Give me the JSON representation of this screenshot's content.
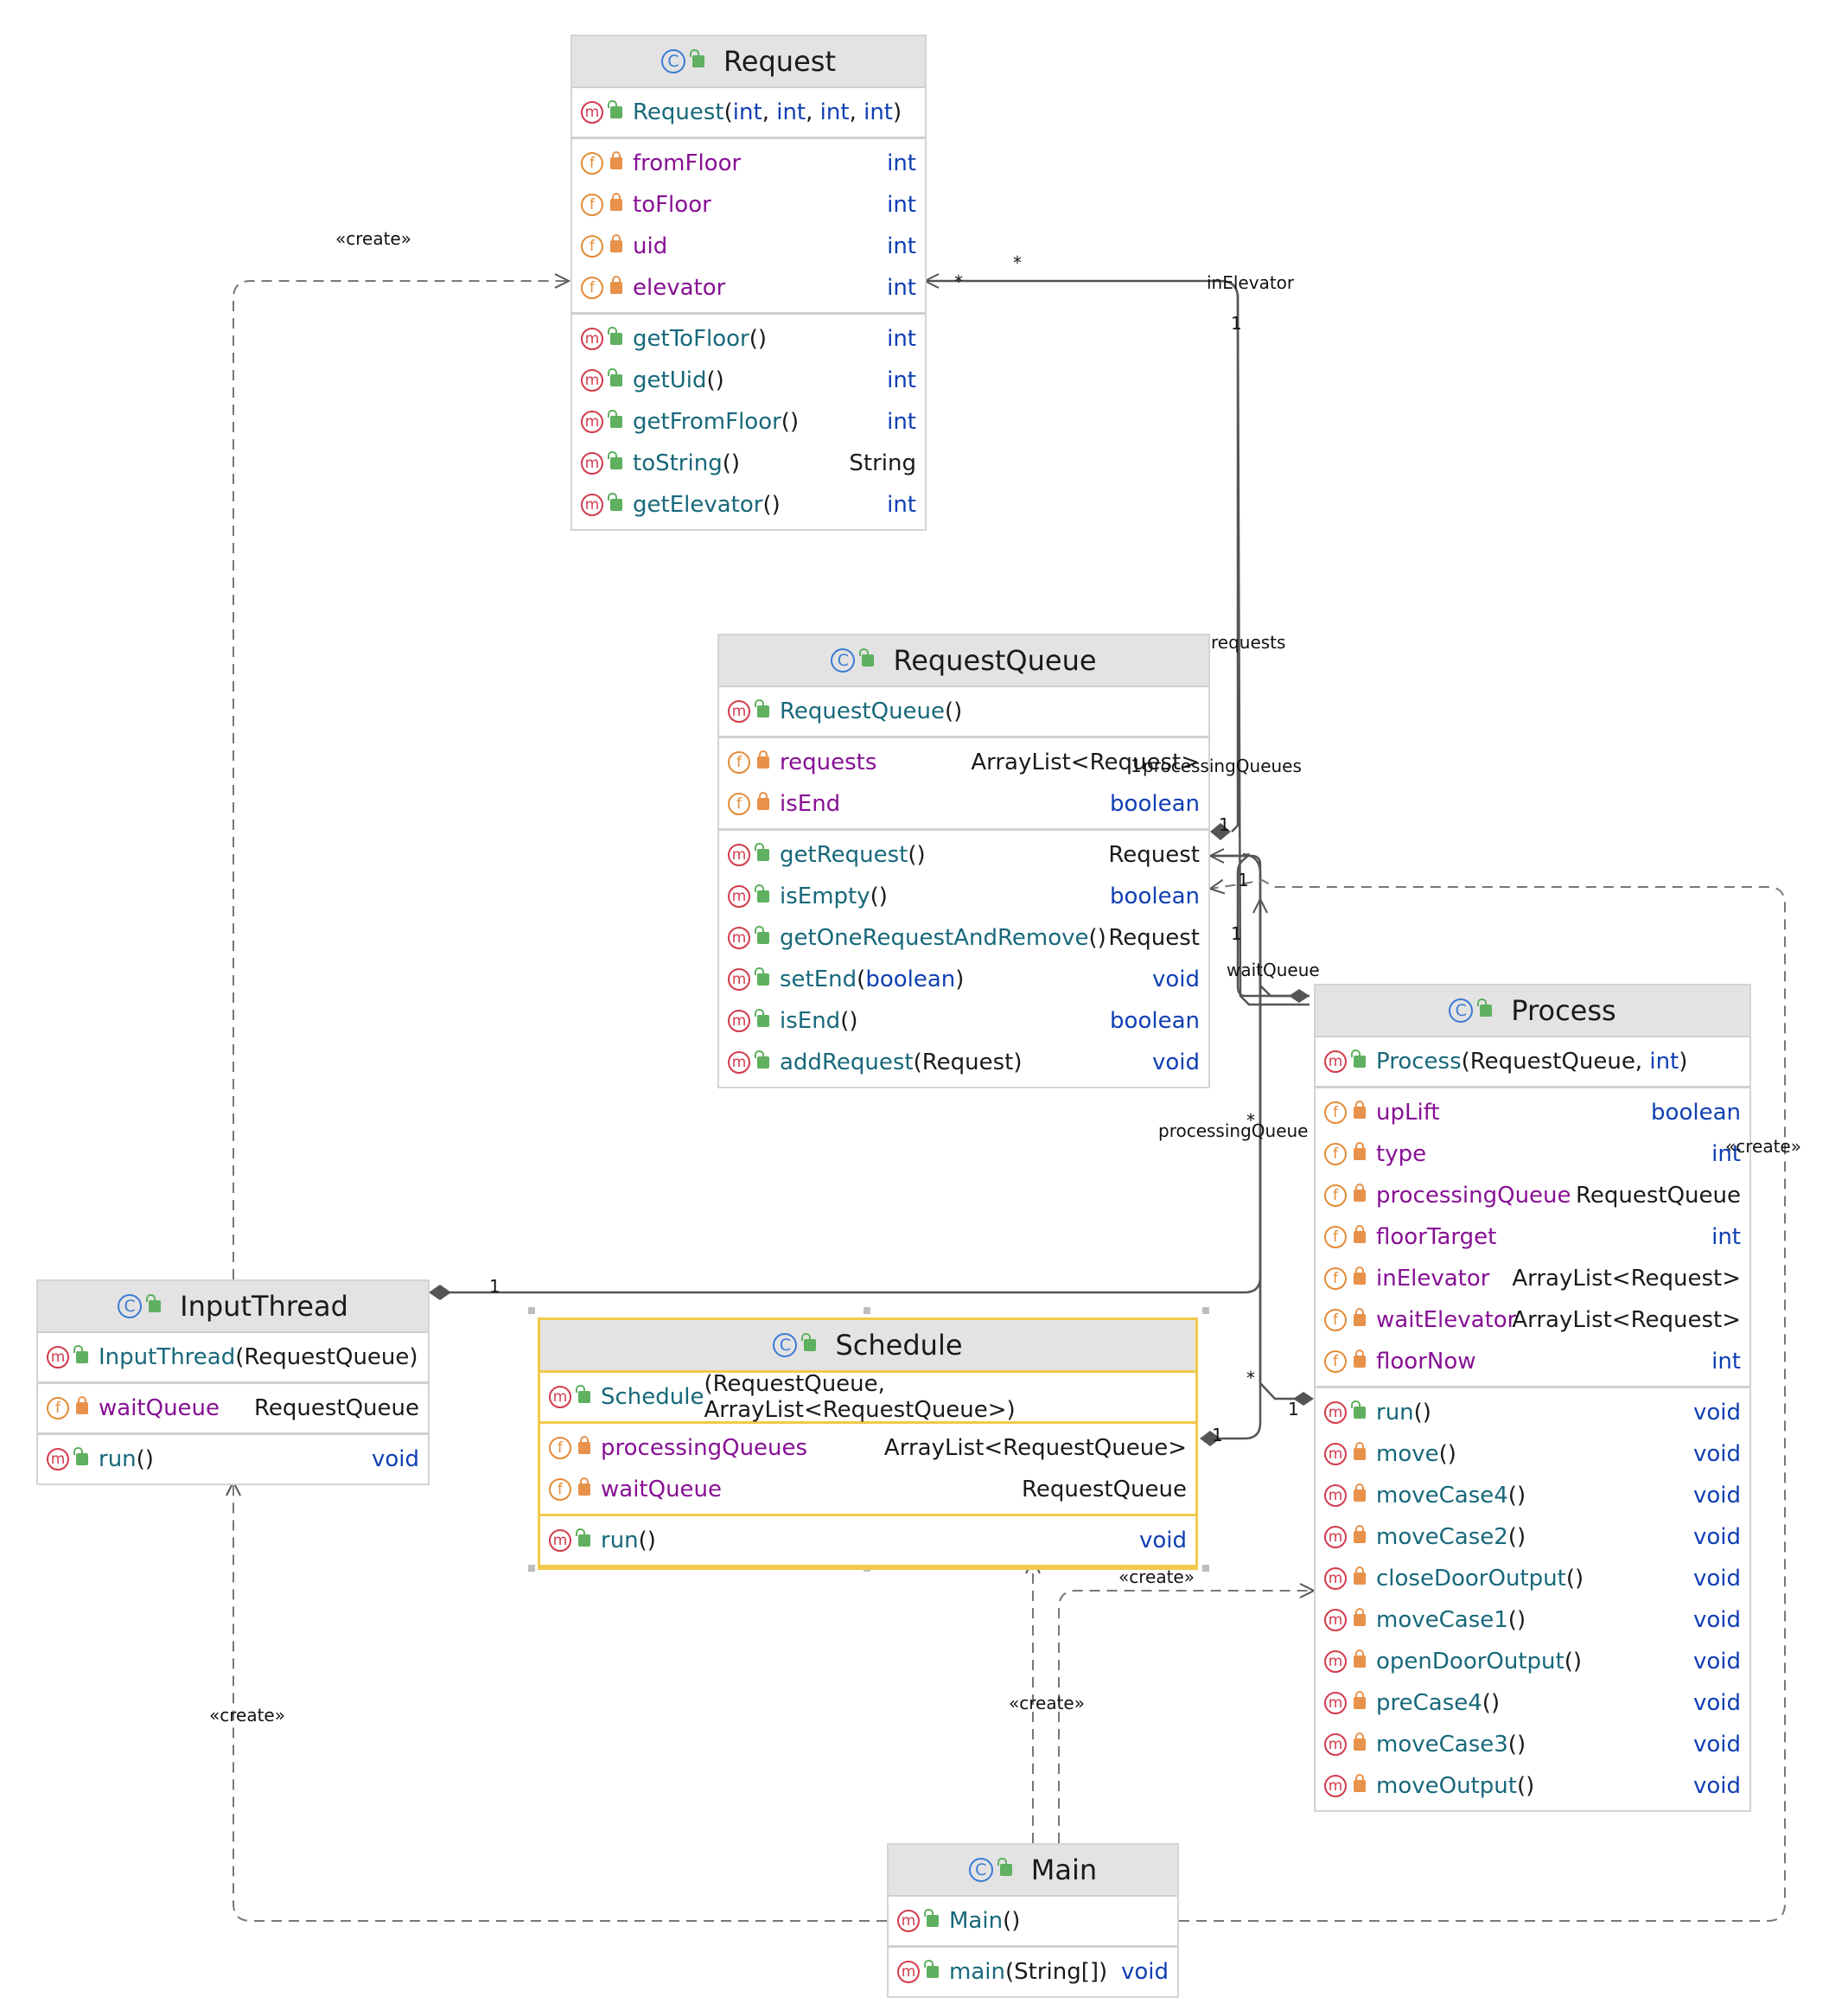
{
  "colors": {
    "header_bg": "#e3e3e3",
    "border": "#d4d4d4",
    "selected_border": "#f2c94c",
    "method_icon": "#d33b4d",
    "field_icon": "#e38c36",
    "class_icon": "#3b7bd4",
    "method_name": "#17687a",
    "field_name": "#871094",
    "keyword": "#0f3fb3",
    "line": "#555555"
  },
  "icons": {
    "class": "C",
    "method": "m",
    "field": "f"
  },
  "request": {
    "title": "Request",
    "ctor_name": "Request",
    "ctor_open": "(",
    "ctor_p1": "int",
    "ctor_p2": "int",
    "ctor_p3": "int",
    "ctor_p4": "int",
    "ctor_close": ")",
    "comma": ",",
    "fields": [
      {
        "name": "fromFloor",
        "type": "int"
      },
      {
        "name": "toFloor",
        "type": "int"
      },
      {
        "name": "uid",
        "type": "int"
      },
      {
        "name": "elevator",
        "type": "int"
      }
    ],
    "methods": [
      {
        "name": "getToFloor",
        "params": "()",
        "type": "int"
      },
      {
        "name": "getUid",
        "params": "()",
        "type": "int"
      },
      {
        "name": "getFromFloor",
        "params": "()",
        "type": "int"
      },
      {
        "name": "toString",
        "params": "()",
        "type": "String"
      },
      {
        "name": "getElevator",
        "params": "()",
        "type": "int"
      }
    ]
  },
  "requestqueue": {
    "title": "RequestQueue",
    "ctor_name": "RequestQueue",
    "ctor_params": "()",
    "fields": [
      {
        "name": "requests",
        "type": "ArrayList<Request>"
      },
      {
        "name": "isEnd",
        "type": "boolean"
      }
    ],
    "methods": [
      {
        "name": "getRequest",
        "params": "()",
        "type": "Request"
      },
      {
        "name": "isEmpty",
        "params": "()",
        "type": "boolean"
      },
      {
        "name": "getOneRequestAndRemove",
        "params": "()",
        "type": "Request"
      },
      {
        "name": "setEnd",
        "params_open": "(",
        "params_kw": "boolean",
        "params_close": ")",
        "type": "void"
      },
      {
        "name": "isEnd",
        "params": "()",
        "type": "boolean"
      },
      {
        "name": "addRequest",
        "params": "(Request)",
        "type": "void"
      }
    ]
  },
  "process": {
    "title": "Process",
    "ctor_name": "Process",
    "ctor_params": "(RequestQueue,",
    "ctor_kw": "int",
    "ctor_close": ")",
    "fields": [
      {
        "name": "upLift",
        "type": "boolean"
      },
      {
        "name": "type",
        "type": "int"
      },
      {
        "name": "processingQueue",
        "type": "RequestQueue"
      },
      {
        "name": "floorTarget",
        "type": "int"
      },
      {
        "name": "inElevator",
        "type": "ArrayList<Request>"
      },
      {
        "name": "waitElevator",
        "type": "ArrayList<Request>"
      },
      {
        "name": "floorNow",
        "type": "int"
      }
    ],
    "methods": [
      {
        "name": "run",
        "params": "()",
        "type": "void"
      },
      {
        "name": "move",
        "params": "()",
        "type": "void"
      },
      {
        "name": "moveCase4",
        "params": "()",
        "type": "void"
      },
      {
        "name": "moveCase2",
        "params": "()",
        "type": "void"
      },
      {
        "name": "closeDoorOutput",
        "params": "()",
        "type": "void"
      },
      {
        "name": "moveCase1",
        "params": "()",
        "type": "void"
      },
      {
        "name": "openDoorOutput",
        "params": "()",
        "type": "void"
      },
      {
        "name": "preCase4",
        "params": "()",
        "type": "void"
      },
      {
        "name": "moveCase3",
        "params": "()",
        "type": "void"
      },
      {
        "name": "moveOutput",
        "params": "()",
        "type": "void"
      }
    ]
  },
  "inputthread": {
    "title": "InputThread",
    "ctor_name": "InputThread",
    "ctor_params": "(RequestQueue)",
    "fields": [
      {
        "name": "waitQueue",
        "type": "RequestQueue"
      }
    ],
    "methods": [
      {
        "name": "run",
        "params": "()",
        "type": "void"
      }
    ]
  },
  "schedule": {
    "title": "Schedule",
    "ctor_name": "Schedule",
    "ctor_params": "(RequestQueue, ArrayList<RequestQueue>)",
    "fields": [
      {
        "name": "processingQueues",
        "type": "ArrayList<RequestQueue>"
      },
      {
        "name": "waitQueue",
        "type": "RequestQueue"
      }
    ],
    "methods": [
      {
        "name": "run",
        "params": "()",
        "type": "void"
      }
    ]
  },
  "main": {
    "title": "Main",
    "ctor_name": "Main",
    "ctor_params": "()",
    "methods": [
      {
        "name": "main",
        "params": "(String[])",
        "type": "void"
      }
    ]
  },
  "labels": {
    "create": "«create»",
    "star": "*",
    "one": "1",
    "inElevator": "inElevator",
    "requests": "requests",
    "processingQueues": "processingQueues",
    "waitQueue": "waitQueue",
    "processingQueue": "processingQueue"
  }
}
